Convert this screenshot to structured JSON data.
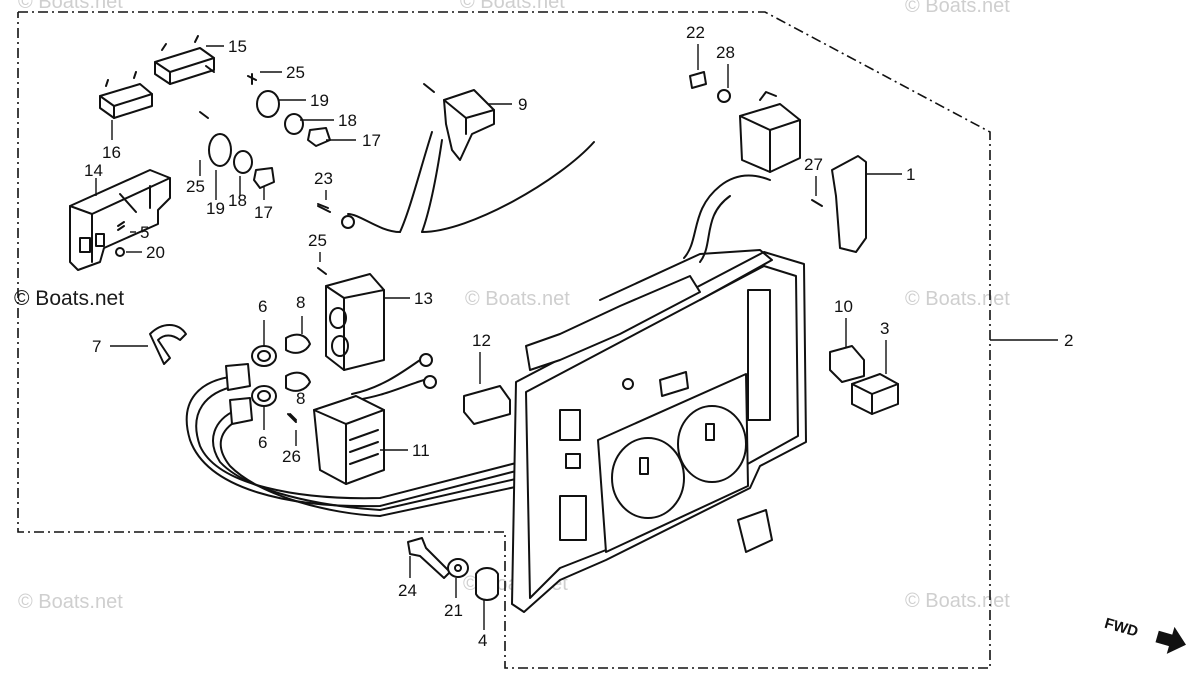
{
  "diagram": {
    "labels": {
      "p1": "1",
      "p2": "2",
      "p3": "3",
      "p4": "4",
      "p5": "5",
      "p6a": "6",
      "p6b": "6",
      "p7": "7",
      "p8a": "8",
      "p8b": "8",
      "p9": "9",
      "p10": "10",
      "p11": "11",
      "p12": "12",
      "p13": "13",
      "p14": "14",
      "p15": "15",
      "p16": "16",
      "p17a": "17",
      "p17b": "17",
      "p18a": "18",
      "p18b": "18",
      "p19a": "19",
      "p19b": "19",
      "p20": "20",
      "p21": "21",
      "p22": "22",
      "p23": "23",
      "p24": "24",
      "p25a": "25",
      "p25b": "25",
      "p25c": "25",
      "p26": "26",
      "p27": "27",
      "p28": "28"
    },
    "watermark_main": "© Boats.net",
    "watermark_faint": "© Boats.net",
    "fwd_label": "FWD"
  }
}
